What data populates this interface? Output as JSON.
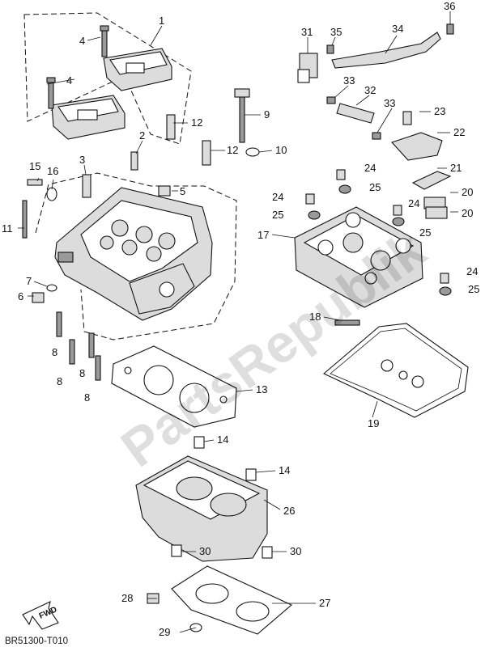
{
  "drawing_code": "BR51300-T010",
  "fwd_label": "FWD",
  "watermark": "PartsRepublik",
  "callouts": {
    "c1": "1",
    "c2": "2",
    "c3": "3",
    "c4a": "4",
    "c4b": "4",
    "c5": "5",
    "c6": "6",
    "c7": "7",
    "c8a": "8",
    "c8b": "8",
    "c8c": "8",
    "c8d": "8",
    "c9": "9",
    "c10": "10",
    "c11": "11",
    "c12a": "12",
    "c12b": "12",
    "c13": "13",
    "c14a": "14",
    "c14b": "14",
    "c15": "15",
    "c16": "16",
    "c17": "17",
    "c18": "18",
    "c19": "19",
    "c20a": "20",
    "c20b": "20",
    "c21": "21",
    "c22": "22",
    "c23": "23",
    "c24a": "24",
    "c24b": "24",
    "c24c": "24",
    "c24d": "24",
    "c25a": "25",
    "c25b": "25",
    "c25c": "25",
    "c25d": "25",
    "c26": "26",
    "c27": "27",
    "c28": "28",
    "c29": "29",
    "c30a": "30",
    "c30b": "30",
    "c31": "31",
    "c32": "32",
    "c33a": "33",
    "c33b": "33",
    "c34": "34",
    "c35": "35",
    "c36": "36"
  }
}
